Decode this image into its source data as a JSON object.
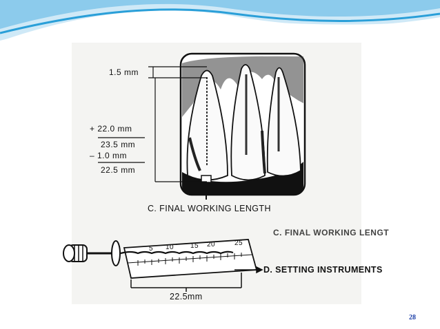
{
  "figure_top": {
    "measurements": {
      "m1": "1.5 mm",
      "m2": "+ 22.0 mm",
      "m3": "23.5 mm",
      "m4": "–  1.0 mm",
      "m5": "22.5 mm"
    },
    "caption": "C. FINAL WORKING LENGTH"
  },
  "figure_bottom": {
    "ruler_ticks": [
      "5",
      "10",
      "15",
      "20",
      "25"
    ],
    "caption": "D. SETTING INSTRUMENTS",
    "length_label": "22.5mm",
    "ghost_caption": "C. FINAL WORKING LENGT"
  },
  "slide_number": "28",
  "colors": {
    "wave_light": "#a8d8f0",
    "wave_dark": "#2a9fd8",
    "slide_number": "#1c3fa8"
  }
}
